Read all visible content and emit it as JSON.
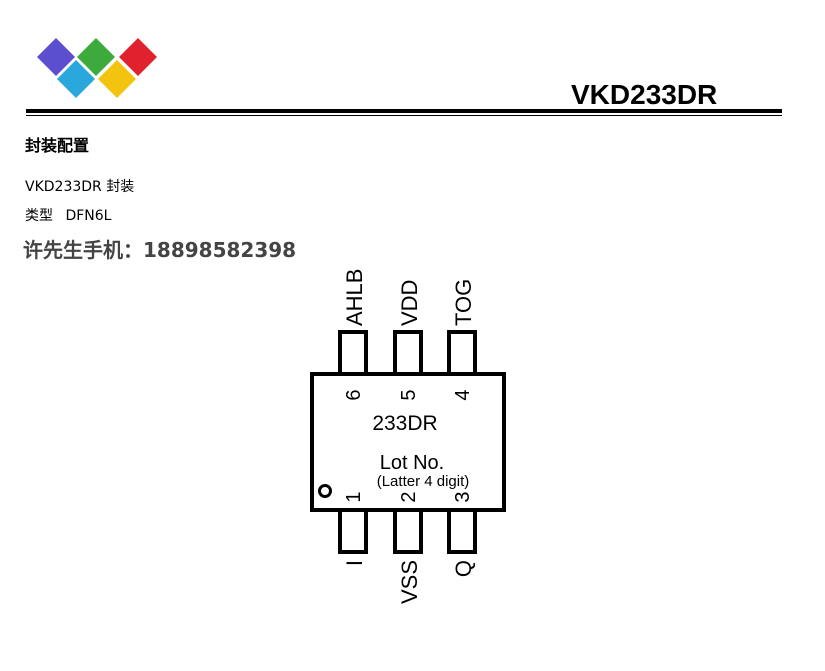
{
  "header": {
    "logo_colors": [
      "#5b4fcf",
      "#3daa3d",
      "#e0222f",
      "#2aa8dc",
      "#f2c30f"
    ],
    "part_number": "VKD233DR"
  },
  "section": {
    "heading": "封装配置",
    "package_line": "VKD233DR 封装",
    "type_label": "类型",
    "type_value": "DFN6L",
    "contact": "许先生手机：18898582398"
  },
  "package": {
    "marking_top": "233DR",
    "marking_lot": "Lot No.",
    "marking_lot_note": "(Latter 4 digit)",
    "pins_top": [
      {
        "number": "6",
        "name": "AHLB"
      },
      {
        "number": "5",
        "name": "VDD"
      },
      {
        "number": "4",
        "name": "TOG"
      }
    ],
    "pins_bottom": [
      {
        "number": "1",
        "name": "I"
      },
      {
        "number": "2",
        "name": "VSS"
      },
      {
        "number": "3",
        "name": "Q"
      }
    ]
  }
}
